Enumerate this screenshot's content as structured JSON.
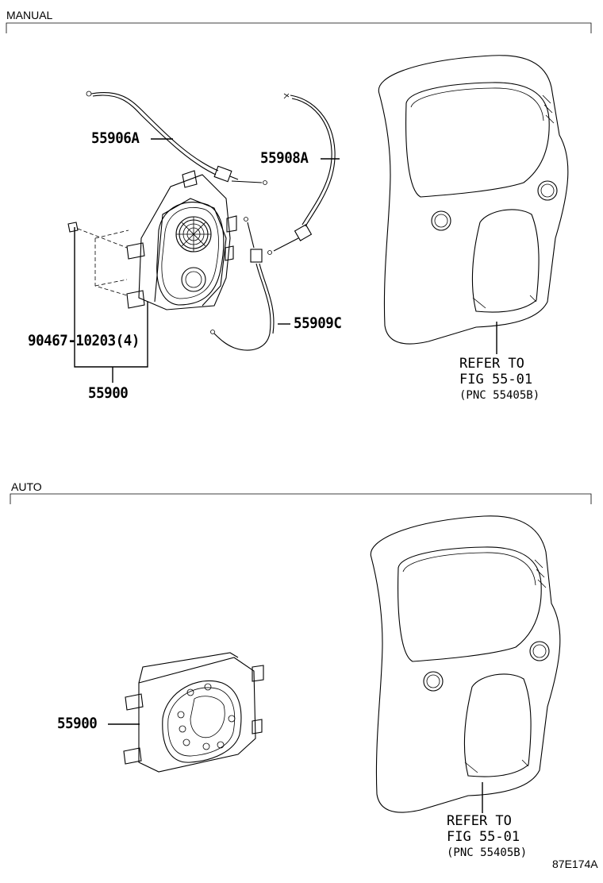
{
  "sections": {
    "manual": {
      "title": "MANUAL",
      "callouts": {
        "p55906a": "55906A",
        "p55908a": "55908A",
        "p55909c": "55909C",
        "p90467": "90467-10203(4)",
        "p55900": "55900"
      },
      "refer": {
        "line1": "REFER TO",
        "line2": "FIG 55-01",
        "line3": "(PNC 55405B)"
      }
    },
    "auto": {
      "title": "AUTO",
      "callouts": {
        "p55900": "55900"
      },
      "refer": {
        "line1": "REFER TO",
        "line2": "FIG 55-01",
        "line3": "(PNC 55405B)"
      }
    }
  },
  "figure_code": "87E174A"
}
